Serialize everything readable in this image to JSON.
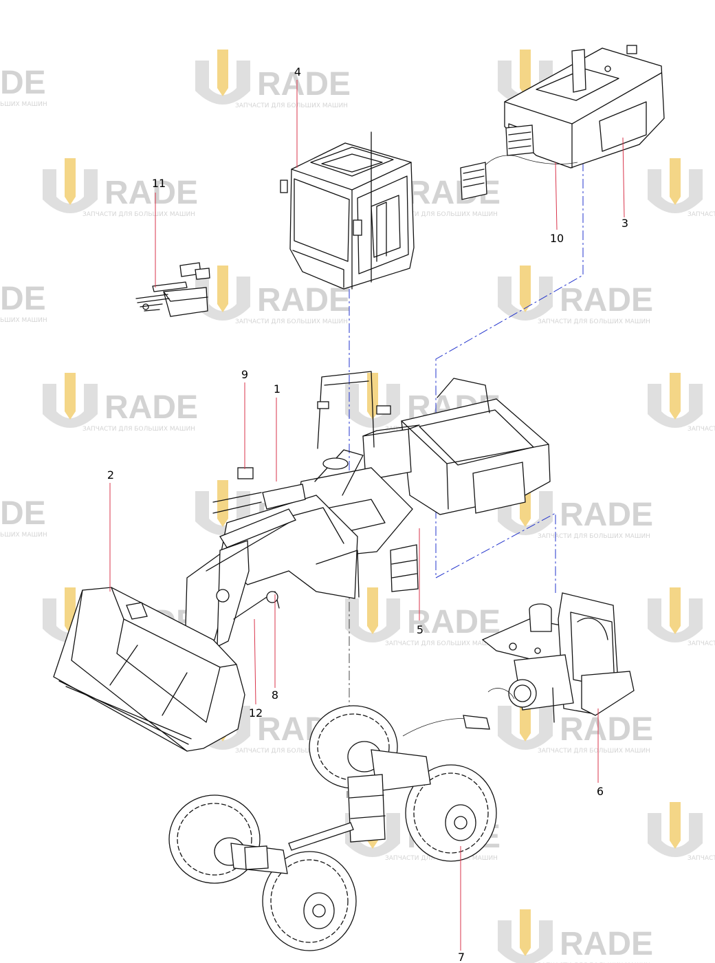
{
  "watermark": {
    "brand_main": "RADE",
    "brand_left": "DE",
    "subtitle": "ЗАПЧАСТИ ДЛЯ БОЛЬШИХ МАШИН",
    "subtitle_left": "ЬШИХ МАШИН",
    "subtitle_right": "ЗАПЧАСТ",
    "logo_color": "#f3d27a",
    "text_color": "#cfcfcf"
  },
  "callouts": [
    {
      "id": "1",
      "label": "1"
    },
    {
      "id": "2",
      "label": "2"
    },
    {
      "id": "3",
      "label": "3"
    },
    {
      "id": "4",
      "label": "4"
    },
    {
      "id": "5",
      "label": "5"
    },
    {
      "id": "6",
      "label": "6"
    },
    {
      "id": "7",
      "label": "7"
    },
    {
      "id": "8",
      "label": "8"
    },
    {
      "id": "9",
      "label": "9"
    },
    {
      "id": "10",
      "label": "10"
    },
    {
      "id": "11",
      "label": "11"
    },
    {
      "id": "12",
      "label": "12"
    }
  ],
  "colors": {
    "leader": "#d9334a",
    "assembly_line": "#2233cc",
    "drawing": "#111111"
  }
}
